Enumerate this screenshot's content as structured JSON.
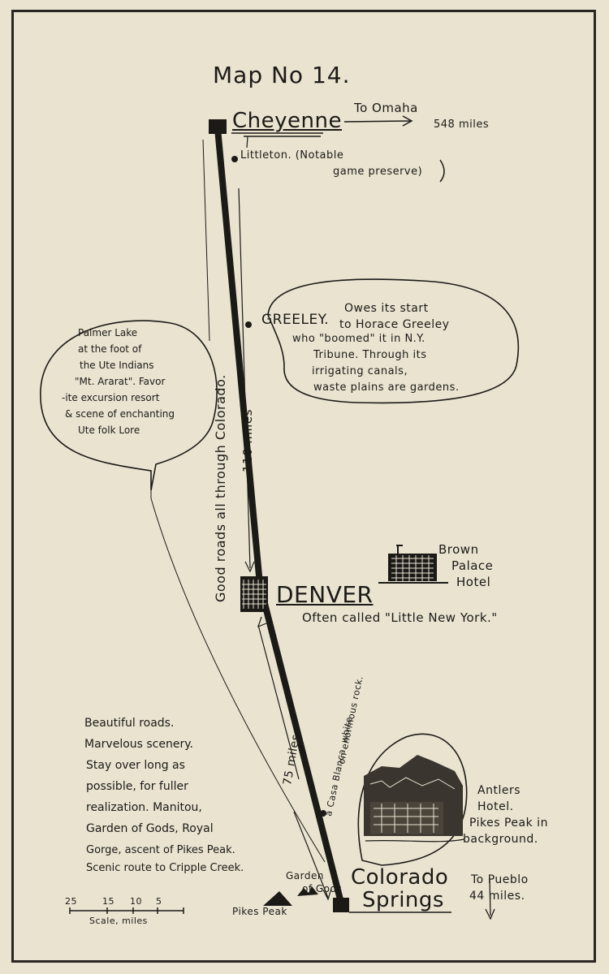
{
  "title": "Map No 14.",
  "cities": {
    "cheyenne": "Cheyenne",
    "denver": "DENVER",
    "colorado_springs_line1": "Colorado",
    "colorado_springs_line2": "Springs"
  },
  "labels": {
    "to_omaha": "To Omaha",
    "omaha_miles": "548 miles",
    "littleton_line1": "Littleton. (Notable",
    "littleton_line2": "game preserve)",
    "greeley": "GREELEY.",
    "denver_note": "Often called \"Little New York.\"",
    "brown_palace_line1": "Brown",
    "brown_palace_line2": "Palace",
    "brown_palace_line3": "Hotel",
    "good_roads": "Good roads all through Colorado.",
    "miles_110": "110 miles",
    "miles_75": "75 miles",
    "casa_blanca_line1": "a Casa Blanca, white",
    "casa_blanca_line2": "on enormous rock.",
    "antlers_line1": "Antlers",
    "antlers_line2": "Hotel.",
    "antlers_line3": "Pikes Peak in",
    "antlers_line4": "background.",
    "garden_line1": "Garden",
    "garden_line2": "of Gods",
    "pikes_peak": "Pikes Peak",
    "to_pueblo_line1": "To Pueblo",
    "to_pueblo_line2": "44 miles."
  },
  "greeley_bubble": [
    "Owes its start",
    "to Horace Greeley",
    "who \"boomed\" it in N.Y.",
    "Tribune. Through its",
    "irrigating canals,",
    "waste plains are gardens."
  ],
  "palmer_bubble": [
    "Palmer Lake",
    "at the foot of",
    "the Ute Indians",
    "\"Mt. Ararat\". Favor",
    "-ite excursion resort",
    "& scene of enchanting",
    "Ute folk Lore"
  ],
  "springs_note": [
    "Beautiful roads.",
    "Marvelous scenery.",
    "Stay over long as",
    "possible, for fuller",
    "realization. Manitou,",
    "Garden of Gods, Royal",
    "Gorge, ascent of Pikes Peak.",
    "Scenic route to Cripple Creek."
  ],
  "scale": {
    "ticks": [
      "25",
      "15",
      "10",
      "5"
    ],
    "label": "Scale, miles"
  }
}
